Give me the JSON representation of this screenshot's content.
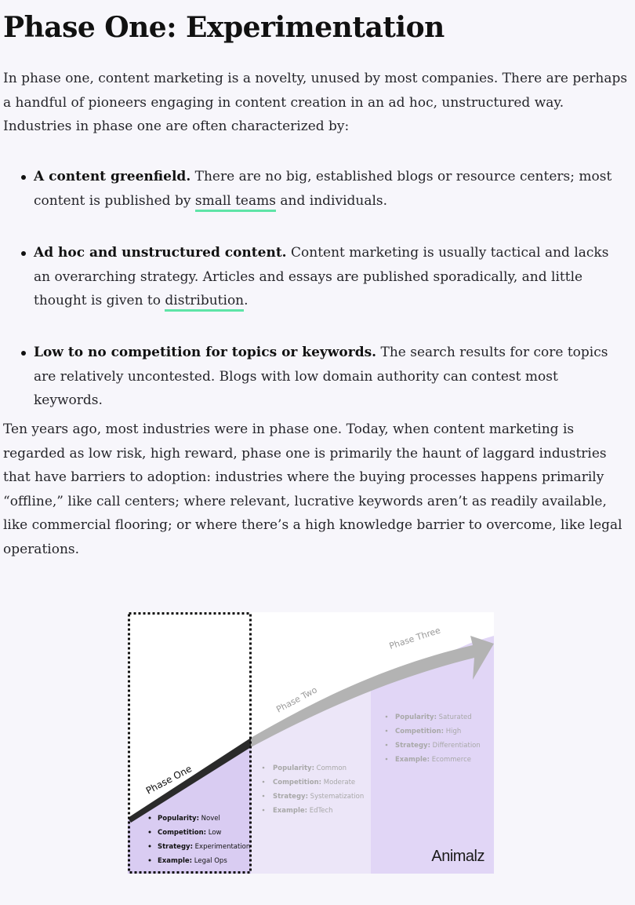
{
  "heading": "Phase One: Experimentation",
  "intro": "In phase one, content marketing is a novelty, unused by most companies. There are perhaps a handful of pioneers engaging in content creation in an ad hoc, unstructured way. Industries in phase one are often characterized by:",
  "bullets": [
    {
      "bold": "A content greenfield.",
      "text_before": " There are no big, established blogs or resource centers; most content is published by ",
      "link": "small teams",
      "text_after": " and individuals."
    },
    {
      "bold": "Ad hoc and unstructured content.",
      "text_before": " Content marketing is usually tactical and lacks an overarching strategy. Articles and essays are published sporadically, and little thought is given to ",
      "link": "distribution",
      "text_after": "."
    },
    {
      "bold": "Low to no competition for topics or keywords.",
      "text_before": " The search results for core topics are relatively uncontested. Blogs with low domain authority can contest most keywords.",
      "link": "",
      "text_after": ""
    }
  ],
  "closing": "Ten years ago, most industries were in phase one. Today, when content marketing is regarded as low risk, high reward, phase one is primarily the haunt of laggard industries that have barriers to adoption: industries where the buying processes happens primarily “offline,” like call centers; where relevant, lucrative keywords aren’t as readily available, like commercial flooring; or where there’s a high knowledge barrier to overcome, like legal operations.",
  "figure": {
    "brand": "Animalz",
    "phases": [
      {
        "label": "Phase One",
        "items": [
          {
            "key": "Popularity:",
            "value": "Novel"
          },
          {
            "key": "Competition:",
            "value": "Low"
          },
          {
            "key": "Strategy:",
            "value": "Experimentation"
          },
          {
            "key": "Example:",
            "value": "Legal Ops"
          }
        ]
      },
      {
        "label": "Phase Two",
        "items": [
          {
            "key": "Popularity:",
            "value": "Common"
          },
          {
            "key": "Competition:",
            "value": "Moderate"
          },
          {
            "key": "Strategy:",
            "value": "Systematization"
          },
          {
            "key": "Example:",
            "value": "EdTech"
          }
        ]
      },
      {
        "label": "Phase Three",
        "items": [
          {
            "key": "Popularity:",
            "value": "Saturated"
          },
          {
            "key": "Competition:",
            "value": "High"
          },
          {
            "key": "Strategy:",
            "value": "Differentiation"
          },
          {
            "key": "Example:",
            "value": "Ecommerce"
          }
        ]
      }
    ],
    "colors": {
      "phase_one_fill": "#d9ccf2",
      "phase_two_fill": "#ece6f8",
      "phase_three_fill": "#e1d6f6",
      "arrow_dark": "#2a2a2a",
      "arrow_grey": "#b3b3b3"
    }
  }
}
